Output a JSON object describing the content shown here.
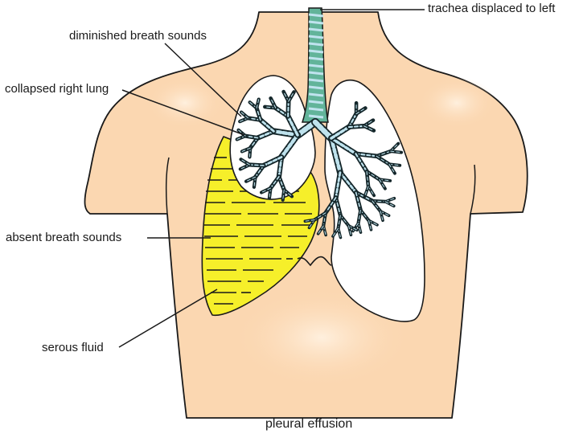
{
  "diagram": {
    "labels": {
      "trachea": "trachea displaced to left",
      "diminished": "diminished breath sounds",
      "collapsed": "collapsed right lung",
      "absent": "absent breath sounds",
      "serous": "serous fluid"
    },
    "caption": "pleural effusion"
  },
  "colors": {
    "skin": "#fbd7b1",
    "skin_highlight": "#fde6cc",
    "outline": "#1a1a1a",
    "lung_fill": "#ffffff",
    "fluid": "#f6ef2a",
    "airway_light": "#bfe3ee",
    "airway_dark": "#14262a",
    "trachea_green": "#62b49a"
  }
}
